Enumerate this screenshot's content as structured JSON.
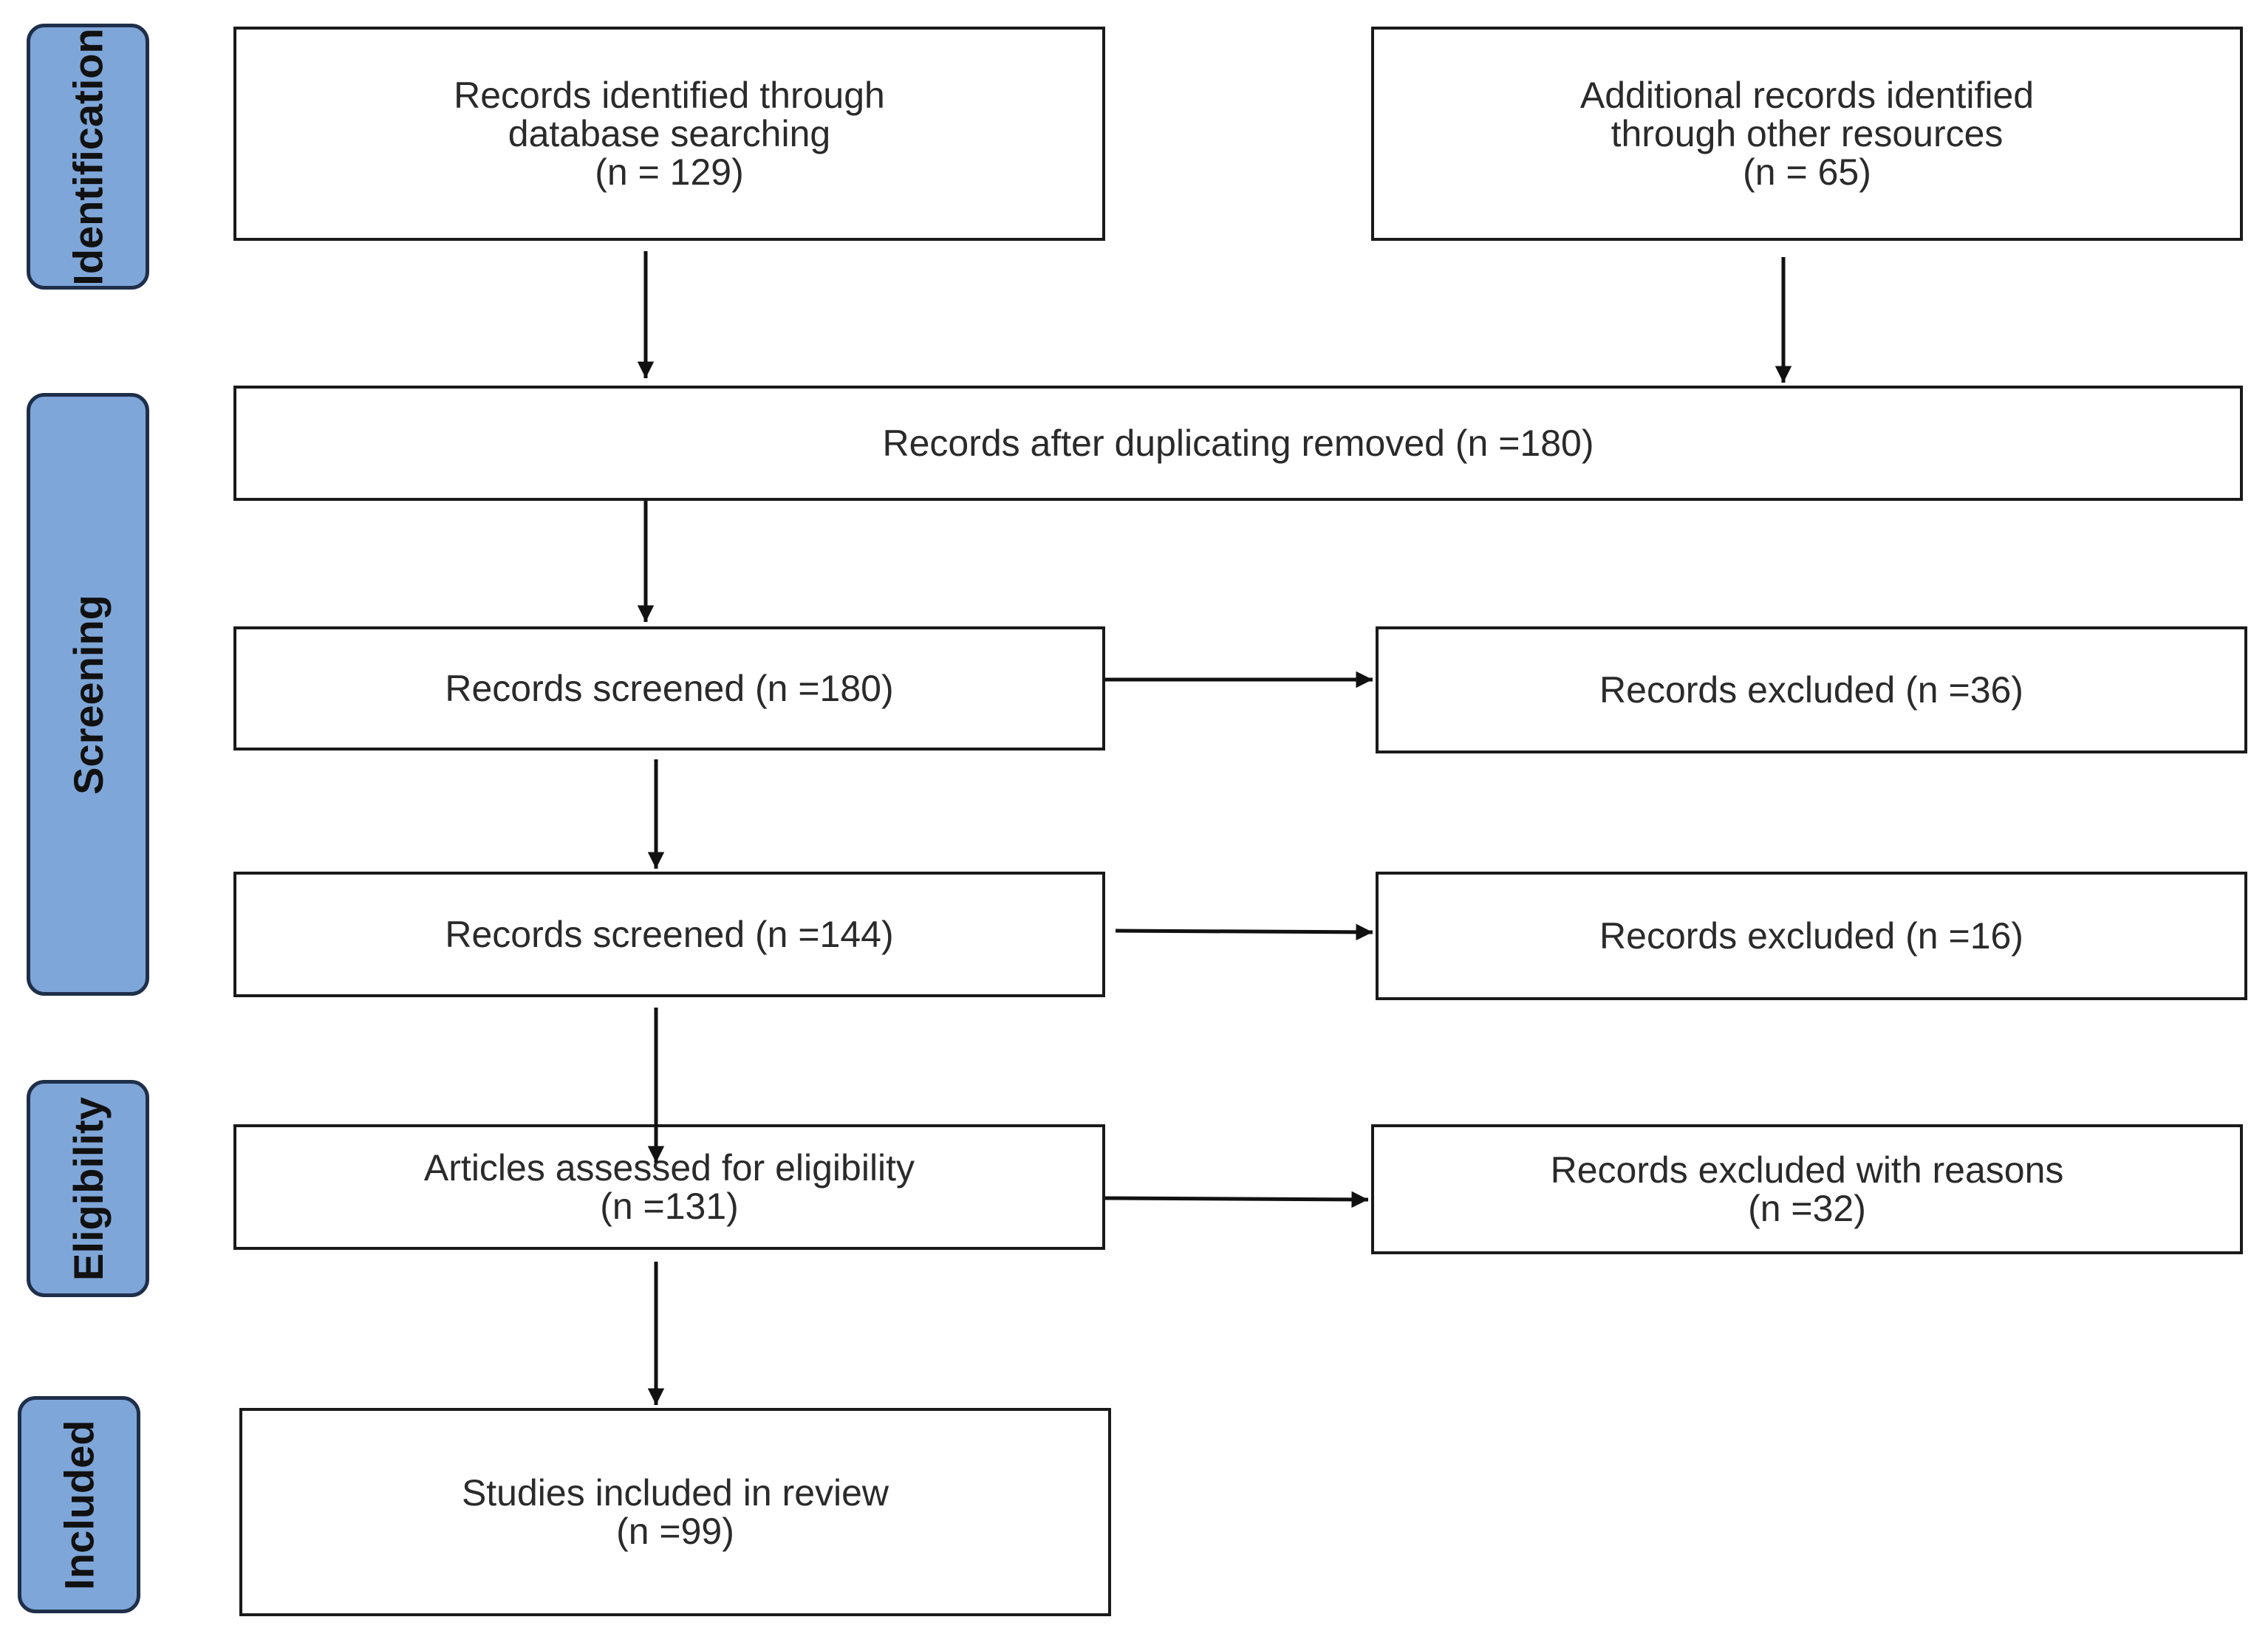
{
  "stages": {
    "identification": "Identification",
    "screening": "Screening",
    "eligibility": "Eligibility",
    "included": "Included"
  },
  "boxes": {
    "database_search": [
      "Records identified through",
      "database searching",
      "(n = 129)"
    ],
    "other_resources": [
      "Additional records identified",
      "through other resources",
      "(n = 65)"
    ],
    "duplicates_removed": [
      "Records after duplicating removed (n =180)"
    ],
    "screened_1": [
      "Records screened (n =180)"
    ],
    "excluded_1": [
      "Records excluded (n =36)"
    ],
    "screened_2": [
      "Records screened (n =144)"
    ],
    "excluded_2": [
      "Records excluded (n =16)"
    ],
    "eligibility_assessed": [
      "Articles assessed for eligibility",
      "(n =131)"
    ],
    "excluded_reasons": [
      "Records excluded with reasons",
      "(n =32)"
    ],
    "included_studies": [
      "Studies included in review",
      "(n =99)"
    ]
  },
  "colors": {
    "tab_fill": "#7fa6d8",
    "tab_border": "#1f2f4a",
    "box_border": "#1a1a1a",
    "arrow": "#111111"
  }
}
